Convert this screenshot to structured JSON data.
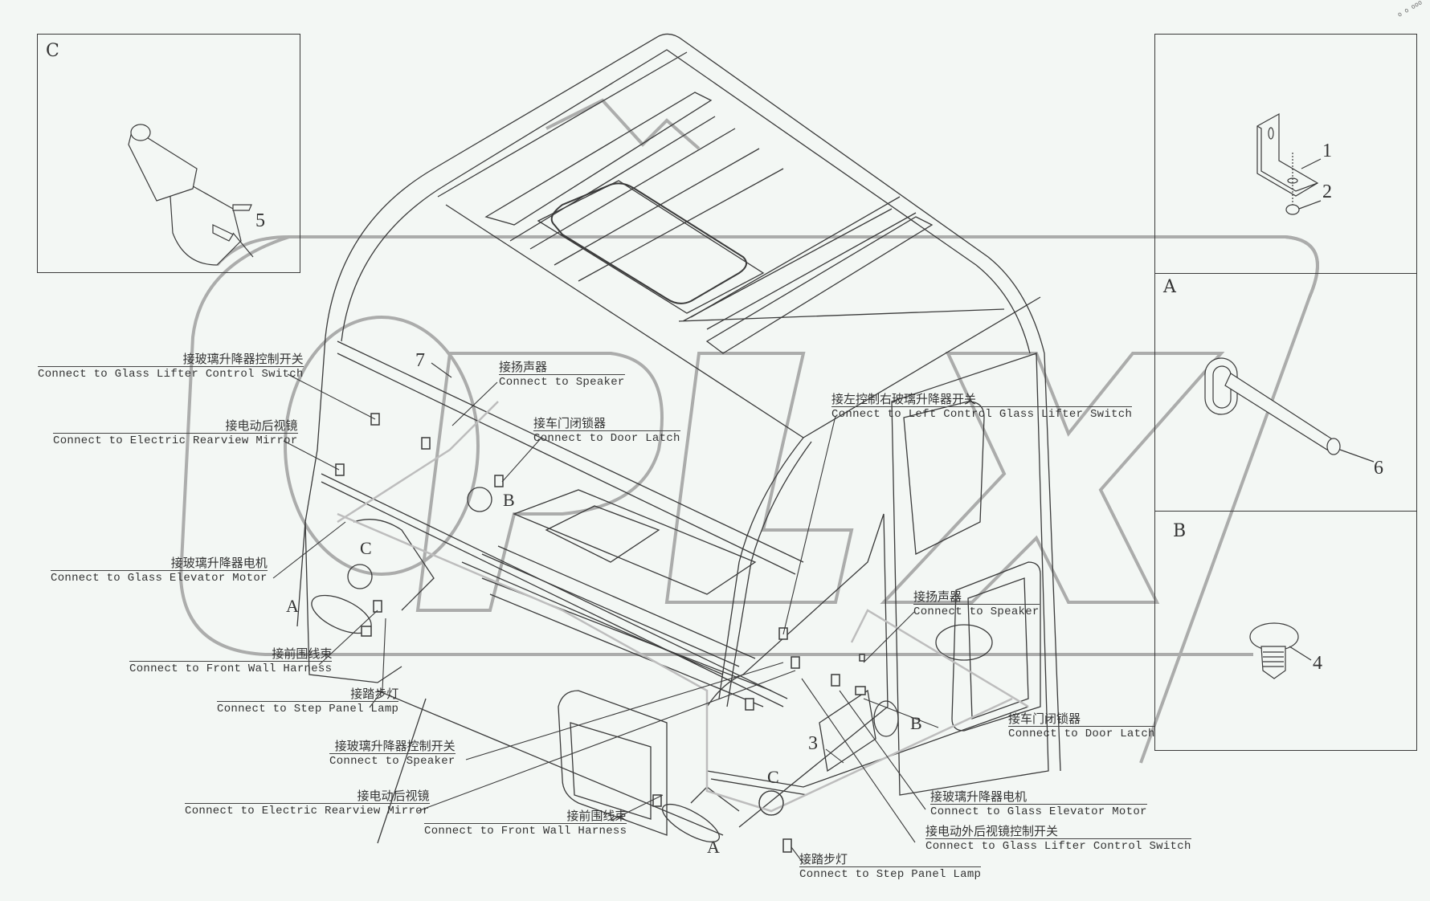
{
  "diagram": {
    "title": "Cab wiring harness connection diagram",
    "background": "#f3f7f4",
    "line_color": "#3a3a3a",
    "watermark": {
      "text": "OPIX",
      "color": "#9a9a9a"
    },
    "corner_mark": "o o ooo"
  },
  "detail_boxes": [
    {
      "id": "C",
      "letter": "C",
      "part_numbers": [
        "5"
      ],
      "part": "cable grommet / boot"
    },
    {
      "id": "top",
      "letter": "",
      "part_numbers": [
        "1",
        "2"
      ],
      "part": "L-bracket with nut"
    },
    {
      "id": "A",
      "letter": "A",
      "part_numbers": [
        "6"
      ],
      "part": "grommet with pin"
    },
    {
      "id": "B",
      "letter": "B",
      "part_numbers": [
        "4"
      ],
      "part": "slotted screw clip"
    }
  ],
  "callout_numbers": {
    "n7": "7",
    "n3": "3"
  },
  "view_markers": {
    "A_left": "A",
    "A_bottom": "A",
    "B_center": "B",
    "B_right": "B",
    "C_left": "C",
    "C_bottom": "C"
  },
  "labels": [
    {
      "cn": "接玻璃升降器控制开关",
      "en": "Connect to Glass Lifter Control Switch"
    },
    {
      "cn": "接电动后视镜",
      "en": "Connect to Electric Rearview Mirror"
    },
    {
      "cn": "接扬声器",
      "en": "Connect to Speaker"
    },
    {
      "cn": "接车门闭锁器",
      "en": "Connect to Door Latch"
    },
    {
      "cn": "接玻璃升降器电机",
      "en": "Connect to Glass Elevator Motor"
    },
    {
      "cn": "接前围线束",
      "en": "Connect to Front Wall Harness"
    },
    {
      "cn": "接踏步灯",
      "en": "Connect to Step Panel Lamp"
    },
    {
      "cn": "接左控制右玻璃升降器开关",
      "en": "Connect to Left Control Glass Lifter Switch"
    },
    {
      "cn": "接扬声器",
      "en": "Connect to Speaker"
    },
    {
      "cn": "接车门闭锁器",
      "en": "Connect to Door Latch"
    },
    {
      "cn": "接玻璃升降器控制开关",
      "en": "Connect to Speaker"
    },
    {
      "cn": "接电动后视镜",
      "en": "Connect to Electric Rearview Mirror"
    },
    {
      "cn": "接前围线束",
      "en": "Connect to Front Wall Harness"
    },
    {
      "cn": "接玻璃升降器电机",
      "en": "Connect to Glass Elevator Motor"
    },
    {
      "cn": "接电动外后视镜控制开关",
      "en": "Connect to Glass Lifter Control Switch"
    },
    {
      "cn": "接踏步灯",
      "en": "Connect to Step Panel Lamp"
    }
  ]
}
